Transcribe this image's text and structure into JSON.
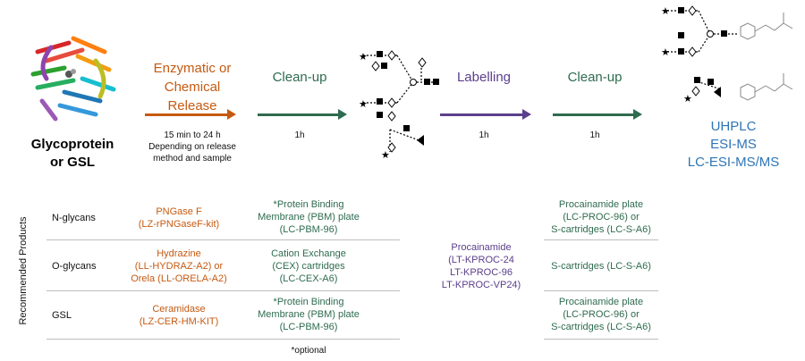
{
  "start": {
    "title_line1": "Glycoprotein",
    "title_line2": "or GSL"
  },
  "steps": {
    "release": {
      "title_line1": "Enzymatic or",
      "title_line2": "Chemical",
      "title_line3": "Release",
      "time_line1": "15 min to 24 h",
      "time_line2": "Depending on release",
      "time_line3": "method and sample"
    },
    "cleanup1": {
      "title": "Clean-up",
      "time": "1h"
    },
    "labelling": {
      "title": "Labelling",
      "time": "1h"
    },
    "cleanup2": {
      "title": "Clean-up",
      "time": "1h"
    }
  },
  "analysis": {
    "line1": "UHPLC",
    "line2": "ESI-MS",
    "line3": "LC-ESI-MS/MS"
  },
  "products_label": "Recommended Products",
  "rows": [
    {
      "label": "N-glycans",
      "release": [
        "PNGase F",
        "(LZ-rPNGaseF-kit)"
      ],
      "cleanup": [
        "*Protein Binding",
        "Membrane (PBM) plate",
        "(LC-PBM-96)"
      ],
      "cleanup2": [
        "Procainamide plate",
        "(LC-PROC-96) or",
        "S-cartridges (LC-S-A6)"
      ]
    },
    {
      "label": "O-glycans",
      "release": [
        "Hydrazine",
        "(LL-HYDRAZ-A2) or",
        "Orela (LL-ORELA-A2)"
      ],
      "cleanup": [
        "Cation Exchange",
        "(CEX) cartridges",
        "(LC-CEX-A6)"
      ],
      "cleanup2": [
        "S-cartridges (LC-S-A6)"
      ]
    },
    {
      "label": "GSL",
      "release": [
        "Ceramidase",
        "(LZ-CER-HM-KIT)"
      ],
      "cleanup": [
        "*Protein Binding",
        "Membrane (PBM) plate",
        "(LC-PBM-96)"
      ],
      "cleanup2": [
        "Procainamide plate",
        "(LC-PROC-96) or",
        "S-cartridges (LC-S-A6)"
      ]
    }
  ],
  "labelling_products": [
    "Procainamide",
    "(LT-KPROC-24",
    "LT-KPROC-96",
    "LT-KPROC-VP24)"
  ],
  "footnote": "*optional",
  "colors": {
    "release": "#c55a11",
    "cleanup": "#2e6b4f",
    "labelling": "#5b3f8c",
    "analysis": "#2e75b6"
  }
}
